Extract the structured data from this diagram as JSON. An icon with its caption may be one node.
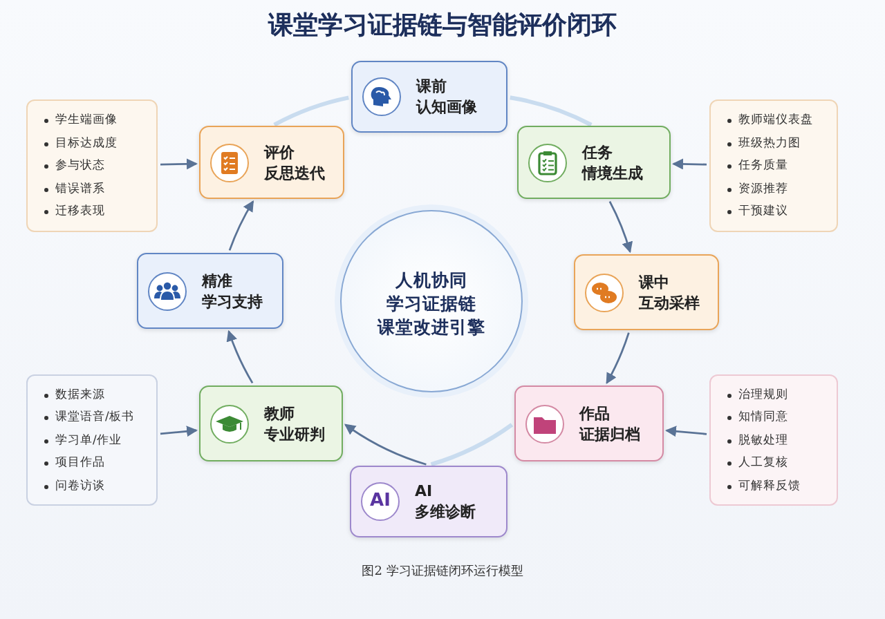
{
  "diagram": {
    "title": "课堂学习证据链与智能评价闭环",
    "caption": "图2 学习证据链闭环运行模型",
    "nodes": [
      {
        "text": [
          "课前",
          "认知画像"
        ]
      },
      {
        "text": [
          "任务",
          "情境生成"
        ]
      },
      {
        "text": [
          "课中",
          "互动采样"
        ]
      },
      {
        "text": [
          "作品",
          "证据归档"
        ]
      },
      {
        "text": [
          "AI",
          "AI",
          "多维诊断"
        ]
      },
      {
        "text": [
          "教师",
          "专业研判"
        ]
      },
      {
        "text": [
          "精准",
          "学习支持"
        ]
      },
      {
        "text": [
          "评价",
          "反思迭代"
        ]
      },
      {
        "text": [
          "人机协同",
          "学习证据链",
          "课堂改进引擎"
        ]
      },
      {
        "text": [
          "学生端画像",
          "目标达成度",
          "参与状态",
          "错误谱系",
          "迁移表现"
        ]
      },
      {
        "text": [
          "教师端仪表盘",
          "班级热力图",
          "任务质量",
          "资源推荐",
          "干预建议"
        ]
      },
      {
        "text": [
          "数据来源",
          "课堂语音/板书",
          "学习单/作业",
          "项目作品",
          "问卷访谈"
        ]
      },
      {
        "text": [
          "治理规则",
          "知情同意",
          "脱敏处理",
          "人工复核",
          "可解释反馈"
        ]
      }
    ],
    "edges": [
      {
        "from": 7,
        "to": 0,
        "arrow": "none",
        "color": "#c9dcef",
        "style": "thick"
      },
      {
        "from": 0,
        "to": 1,
        "arrow": "none",
        "color": "#c9dcef",
        "style": "thick"
      },
      {
        "from": 1,
        "to": 2,
        "arrow": "to"
      },
      {
        "from": 2,
        "to": 3,
        "arrow": "to"
      },
      {
        "from": 3,
        "to": 4,
        "arrow": "none",
        "color": "#c9dcef",
        "style": "thick"
      },
      {
        "from": 4,
        "to": 5,
        "arrow": "to"
      },
      {
        "from": 5,
        "to": 6,
        "arrow": "to"
      },
      {
        "from": 6,
        "to": 7,
        "arrow": "to"
      },
      {
        "from": 9,
        "to": 7,
        "arrow": "to"
      },
      {
        "from": 10,
        "to": 1,
        "arrow": "to"
      },
      {
        "from": 11,
        "to": 5,
        "arrow": "to"
      },
      {
        "from": 12,
        "to": 3,
        "arrow": "to"
      }
    ]
  }
}
